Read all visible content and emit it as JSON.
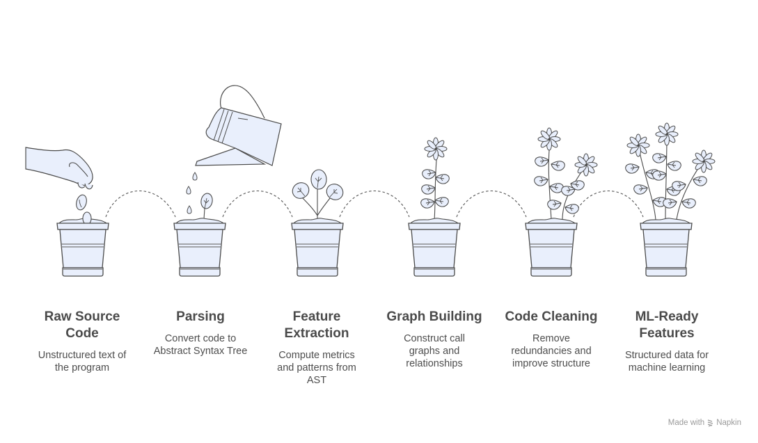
{
  "diagram": {
    "type": "process-flow",
    "stages": [
      {
        "title": "Raw Source Code",
        "title_lines": [
          "Raw Source",
          "Code"
        ],
        "description": "Unstructured text of the program",
        "illustration": "hand-dropping-seeds"
      },
      {
        "title": "Parsing",
        "title_lines": [
          "Parsing"
        ],
        "description": "Convert code to Abstract Syntax Tree",
        "illustration": "watering-can-sprout"
      },
      {
        "title": "Feature Extraction",
        "title_lines": [
          "Feature",
          "Extraction"
        ],
        "description": "Compute metrics and patterns from AST",
        "illustration": "seedling-three-leaves"
      },
      {
        "title": "Graph Building",
        "title_lines": [
          "Graph Building"
        ],
        "description": "Construct call graphs and relationships",
        "illustration": "plant-with-flower"
      },
      {
        "title": "Code Cleaning",
        "title_lines": [
          "Code Cleaning"
        ],
        "description": "Remove redundancies and improve structure",
        "illustration": "plant-two-flowers"
      },
      {
        "title": "ML-Ready Features",
        "title_lines": [
          "ML-Ready",
          "Features"
        ],
        "description": "Structured data for machine learning",
        "illustration": "plant-three-flowers"
      }
    ],
    "connector": "dashed-arc"
  },
  "labels": {
    "s0": {
      "t1": "Raw Source",
      "t2": "Code",
      "d": "Unstructured text of the program"
    },
    "s1": {
      "t1": "Parsing",
      "d": "Convert code to Abstract Syntax Tree"
    },
    "s2": {
      "t1": "Feature",
      "t2": "Extraction",
      "d": "Compute metrics and patterns from AST"
    },
    "s3": {
      "t1": "Graph Building",
      "d": "Construct call graphs and relationships"
    },
    "s4": {
      "t1": "Code Cleaning",
      "d": "Remove redundancies and improve structure"
    },
    "s5": {
      "t1": "ML-Ready",
      "t2": "Features",
      "d": "Structured data for machine learning"
    }
  },
  "footer": {
    "text": "Made with",
    "brand": "Napkin",
    "icon": "napkin-logo-icon"
  },
  "colors": {
    "fill": "#e9effc",
    "stroke": "#4a4a4a",
    "text": "#4a4a4a",
    "footer": "#9a9a9a"
  }
}
